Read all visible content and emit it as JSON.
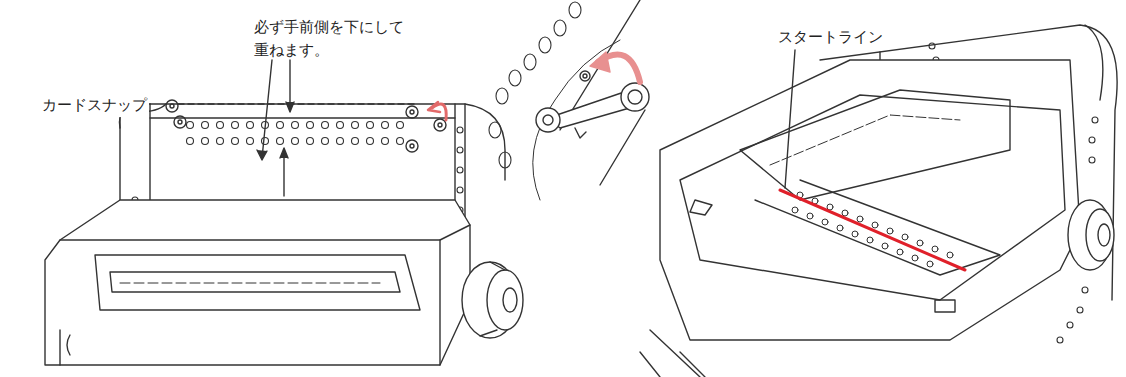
{
  "diagram": {
    "labels": [
      "必ず手前側を下にして 重ねます。",
      "カードスナップ",
      "スタートライン"
    ]
  }
}
